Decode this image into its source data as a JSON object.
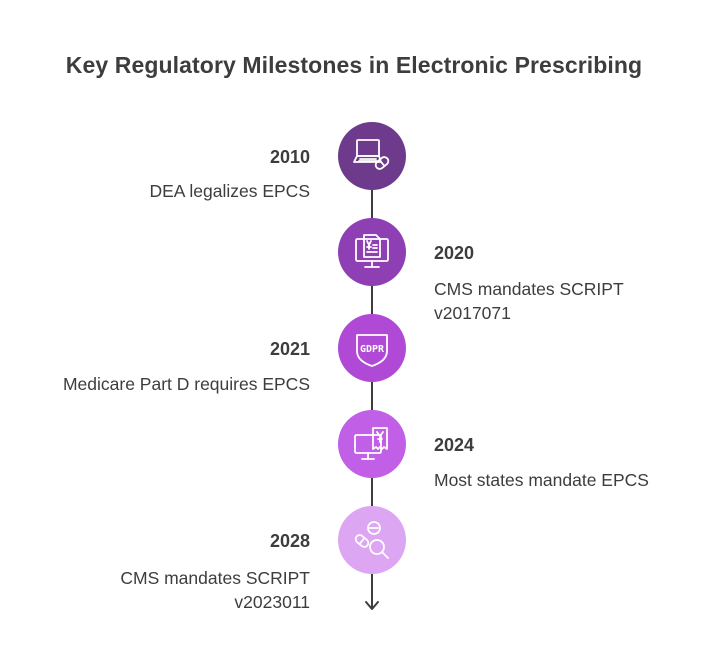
{
  "title": "Key Regulatory Milestones in Electronic Prescribing",
  "milestones": [
    {
      "year": "2010",
      "desc_lines": [
        "DEA legalizes EPCS"
      ],
      "side": "left",
      "color": "#6e3b8c",
      "icon": "laptop-pill-icon"
    },
    {
      "year": "2020",
      "desc_lines": [
        "CMS mandates SCRIPT",
        "v2017071"
      ],
      "side": "right",
      "color": "#8e3fb3",
      "icon": "prescription-monitor-icon"
    },
    {
      "year": "2021",
      "desc_lines": [
        "Medicare Part D requires EPCS"
      ],
      "side": "left",
      "color": "#b04ad6",
      "icon": "gdpr-shield-icon"
    },
    {
      "year": "2024",
      "desc_lines": [
        "Most states mandate EPCS"
      ],
      "side": "right",
      "color": "#c15fe6",
      "icon": "monitor-prescription-icon"
    },
    {
      "year": "2028",
      "desc_lines": [
        "CMS mandates SCRIPT",
        "v2023011"
      ],
      "side": "left",
      "color": "#dca6f2",
      "icon": "pills-search-icon"
    }
  ]
}
